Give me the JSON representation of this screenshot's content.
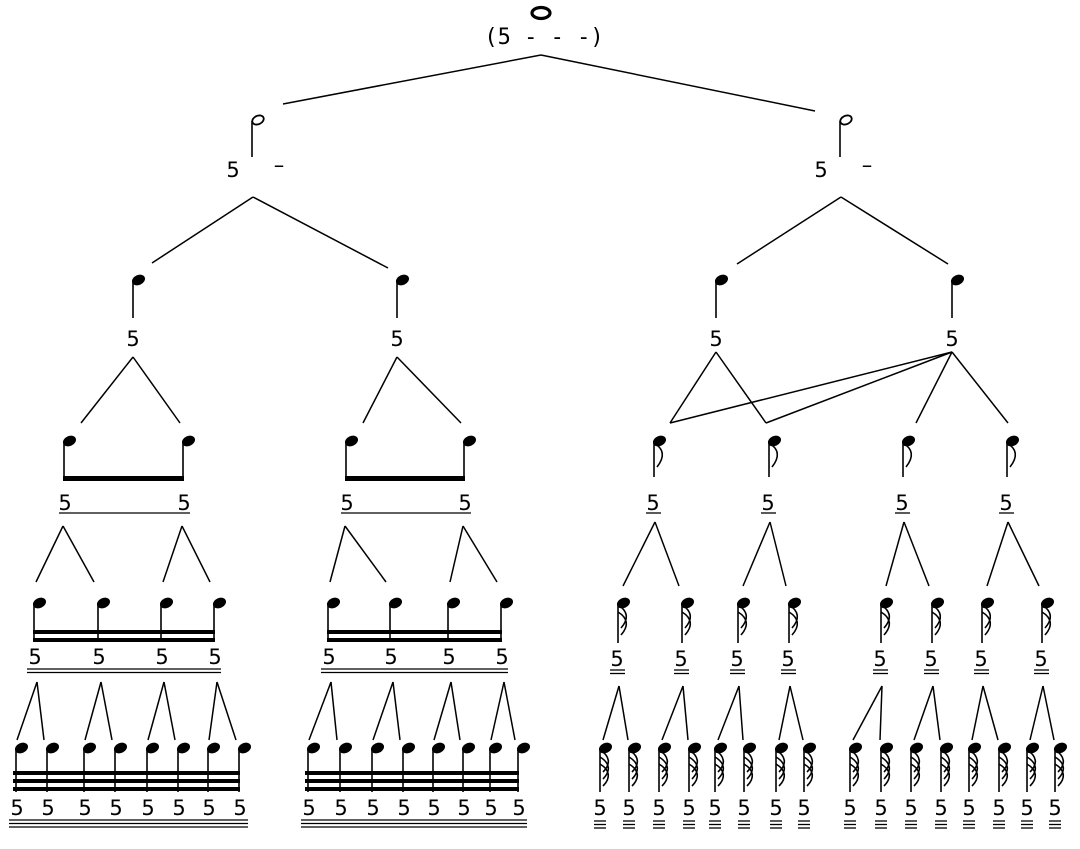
{
  "root": {
    "note": "whole",
    "label": "(5 - - -)"
  },
  "levels": [
    {
      "note": "half",
      "digit": "5",
      "dash": "–",
      "underlines": 0,
      "beams": 0,
      "flags": 0,
      "count_per_branch": 1
    },
    {
      "note": "quarter",
      "digit": "5",
      "underlines": 0,
      "beams": 0,
      "flags": 0
    },
    {
      "note": "eighth",
      "digit": "5",
      "underlines": 1,
      "beams": 1,
      "flags": 1
    },
    {
      "note": "sixteenth",
      "digit": "5",
      "underlines": 2,
      "beams": 2,
      "flags": 2
    },
    {
      "note": "thirty-second",
      "digit": "5",
      "underlines": 3,
      "beams": 3,
      "flags": 3
    }
  ],
  "branches": [
    {
      "name": "left",
      "notation": "beamed"
    },
    {
      "name": "right",
      "notation": "flagged"
    }
  ],
  "colors": {
    "ink": "#000000",
    "background": "#ffffff"
  }
}
